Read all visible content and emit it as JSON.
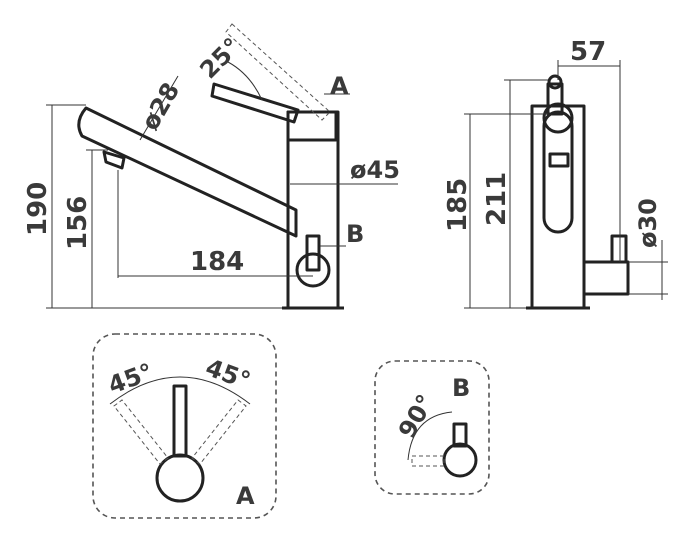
{
  "colors": {
    "line": "#222222",
    "label": "#3a3a3a",
    "background": "#ffffff"
  },
  "front_view": {
    "angle_handle": "25°",
    "dia_spout": "ø28",
    "label_a": "A",
    "dia_body": "ø45",
    "label_b": "B",
    "height_total": "190",
    "height_spout": "156",
    "reach": "184"
  },
  "side_view": {
    "offset": "57",
    "height_body": "185",
    "height_total": "211",
    "dia_knob": "ø30"
  },
  "detail_a": {
    "angle_left": "45°",
    "angle_right": "45°",
    "label": "A"
  },
  "detail_b": {
    "angle": "90°",
    "label": "B"
  }
}
